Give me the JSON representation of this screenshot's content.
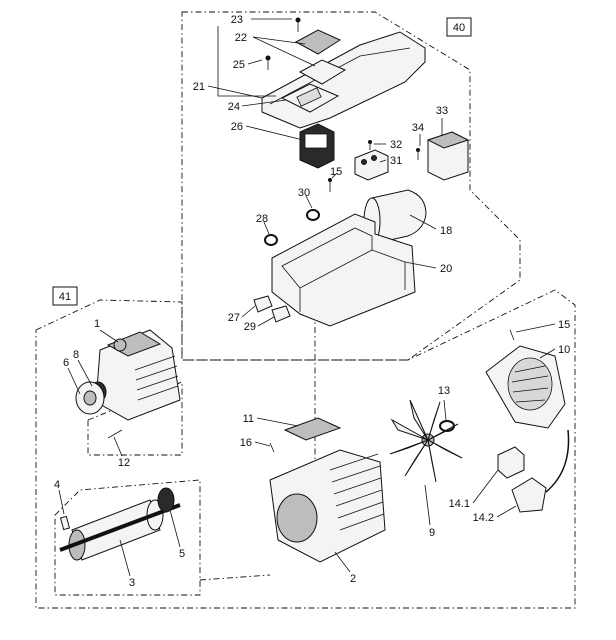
{
  "groups": [
    {
      "id": "g40",
      "label": "40"
    },
    {
      "id": "g41",
      "label": "41"
    }
  ],
  "callouts": {
    "c23": "23",
    "c22": "22",
    "c25": "25",
    "c21": "21",
    "c24": "24",
    "c26": "26",
    "c33": "33",
    "c34": "34",
    "c32": "32",
    "c31": "31",
    "c15a": "15",
    "c30": "30",
    "c18": "18",
    "c28": "28",
    "c20": "20",
    "c27": "27",
    "c29": "29",
    "c1": "1",
    "c8": "8",
    "c6": "6",
    "c12": "12",
    "c4": "4",
    "c3": "3",
    "c5": "5",
    "c11": "11",
    "c16": "16",
    "c2": "2",
    "c15b": "15",
    "c10": "10",
    "c13": "13",
    "c9": "9",
    "c141": "14.1",
    "c142": "14.2"
  }
}
